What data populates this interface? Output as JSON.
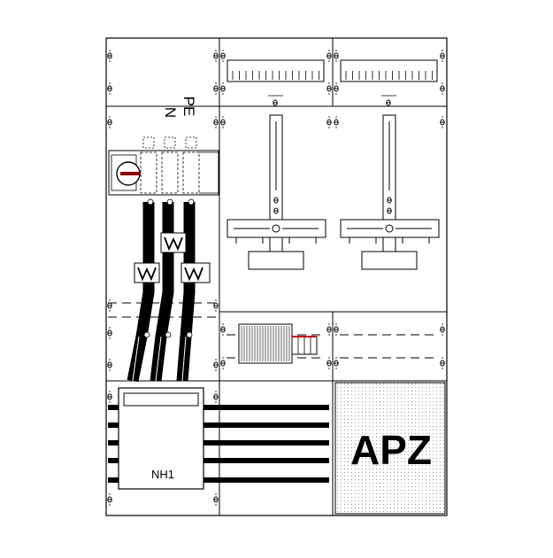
{
  "diagram": {
    "labels": {
      "neutral": "N",
      "protective_earth": "PE",
      "fuse_base": "NH1",
      "apz_panel": "APZ"
    },
    "colors": {
      "line": "#000000",
      "background": "#ffffff",
      "switch_handle": "#8b0000",
      "apz_dots": "#999999",
      "terminal_accent": "#cc0000"
    }
  }
}
